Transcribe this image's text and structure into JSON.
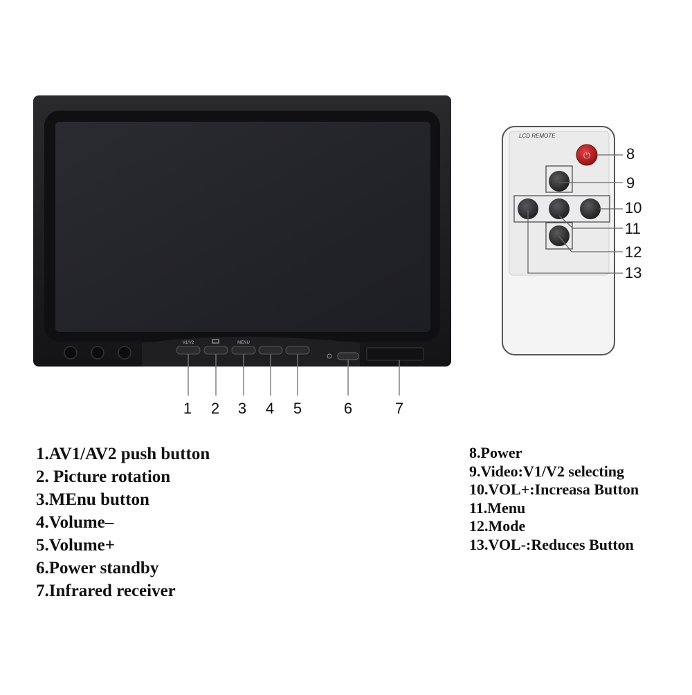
{
  "monitor": {
    "button_labels": [
      "V1/V2",
      "",
      "MENU",
      "",
      ""
    ]
  },
  "remote": {
    "title": "LCD REMOTE"
  },
  "callouts": [
    "1",
    "2",
    "3",
    "4",
    "5",
    "6",
    "7",
    "8",
    "9",
    "10",
    "11",
    "12",
    "13"
  ],
  "legend_left": [
    "1.AV1/AV2 push button",
    "2. Picture rotation",
    "3.MEnu button",
    "4.Volume–",
    "5.Volume+",
    "6.Power standby",
    "7.Infrared receiver"
  ],
  "legend_right": [
    "8.Power",
    "9.Video:V1/V2 selecting",
    "10.VOL+:Increasa Button",
    "11.Menu",
    "12.Mode",
    "13.VOL-:Reduces Button"
  ],
  "colors": {
    "bezel": "#1b1b1d",
    "screen": "#232428",
    "power_button": "#b3171c",
    "remote_body": "#f1f1f1"
  }
}
